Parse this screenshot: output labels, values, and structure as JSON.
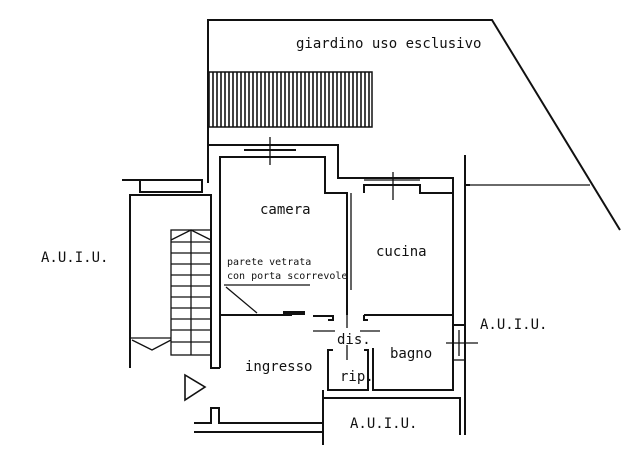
{
  "labels": {
    "garden": "giardino uso esclusivo",
    "camera": "camera",
    "cucina": "cucina",
    "glass_wall_line1": "parete vetrata",
    "glass_wall_line2": "con porta scorrevole",
    "dis": "dis.",
    "bagno": "bagno",
    "ingresso": "ingresso",
    "rip": "rip.",
    "auiu_left": "A.U.I.U.",
    "auiu_right": "A.U.I.U.",
    "auiu_bottom": "A.U.I.U."
  }
}
